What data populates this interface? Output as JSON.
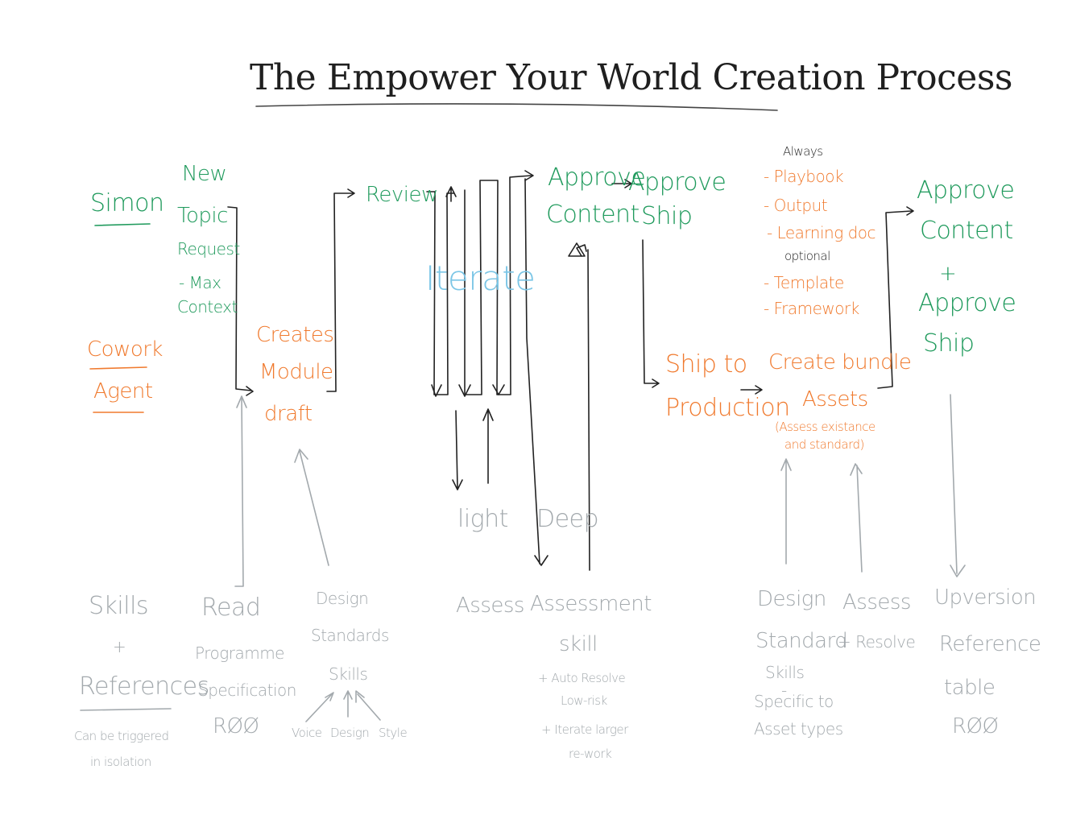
{
  "title": "The Empower Your World Creation Process",
  "actors": {
    "simon": "Simon",
    "cowork": "Cowork",
    "agent": "Agent"
  },
  "steps": {
    "new_topic": [
      "New",
      "Topic",
      "Request",
      "- Max",
      "Context"
    ],
    "creates_module": [
      "Creates",
      "Module",
      "draft"
    ],
    "review": "Review",
    "iterate": "Iterate",
    "approve_content": [
      "Approve",
      "Content"
    ],
    "approve_ship": [
      "Approve",
      "Ship"
    ],
    "ship_to_production": [
      "Ship to",
      "Production"
    ],
    "bundle_list": {
      "always": "Always",
      "items_always": [
        "- Playbook",
        "- Output",
        "- Learning doc"
      ],
      "optional": "optional",
      "items_optional": [
        "- Template",
        "- Framework"
      ]
    },
    "create_bundle": [
      "Create bundle",
      "Assets",
      "(Assess existance",
      "and standard)"
    ],
    "final_approve": [
      "Approve",
      "Content",
      "+",
      "Approve",
      "Ship"
    ],
    "light": "light",
    "deep": "Deep"
  },
  "inputs": {
    "skills_refs": [
      "Skills",
      "+",
      "References"
    ],
    "isolation_note": [
      "Can be triggered",
      "in isolation"
    ],
    "read_spec": [
      "Read",
      "Programme",
      "Specification",
      "RØØ"
    ],
    "design_standards": [
      "Design",
      "Standards",
      "Skills"
    ],
    "design_sub": [
      "Voice",
      "Design",
      "Style"
    ],
    "assess": "Assess",
    "assessment_skill": [
      "Assessment",
      "skill"
    ],
    "assessment_notes": [
      "+ Auto Resolve",
      "Low-risk",
      "+ Iterate larger",
      "re-work"
    ],
    "design_std_assets": [
      "Design",
      "Standard",
      "Skills",
      "-",
      "Specific to",
      "Asset types"
    ],
    "assess_resolve": [
      "Assess",
      "+ Resolve"
    ],
    "upversion": [
      "Upversion",
      "Reference",
      "table",
      "RØØ"
    ]
  },
  "colors": {
    "ink": "#1f1f1f",
    "green": "#1f9a5c",
    "orange": "#f07a2e",
    "grey": "#a3a9ad",
    "blue": "#7cc6e6"
  }
}
